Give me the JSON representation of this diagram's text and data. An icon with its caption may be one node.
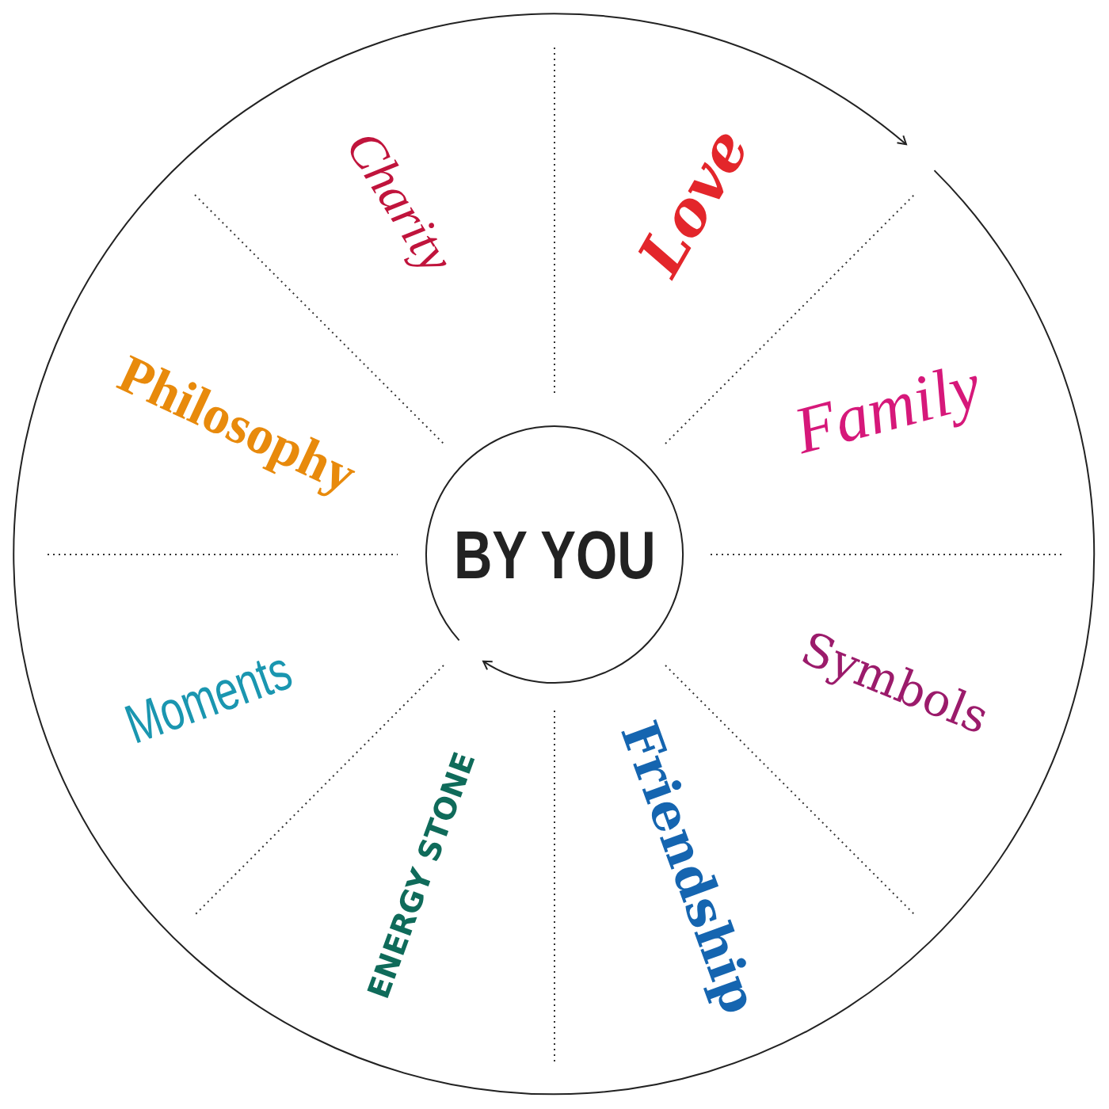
{
  "diagram": {
    "nodes": [
      {
        "text": [],
        "shape": "circle"
      },
      {
        "text": [
          "BY YOU"
        ],
        "in": 0
      }
    ],
    "labels": [
      "Charity",
      "Love",
      "Family",
      "Symbols",
      "Friendship",
      "ENERGY STONE",
      "Moments",
      "Philosophy"
    ]
  }
}
